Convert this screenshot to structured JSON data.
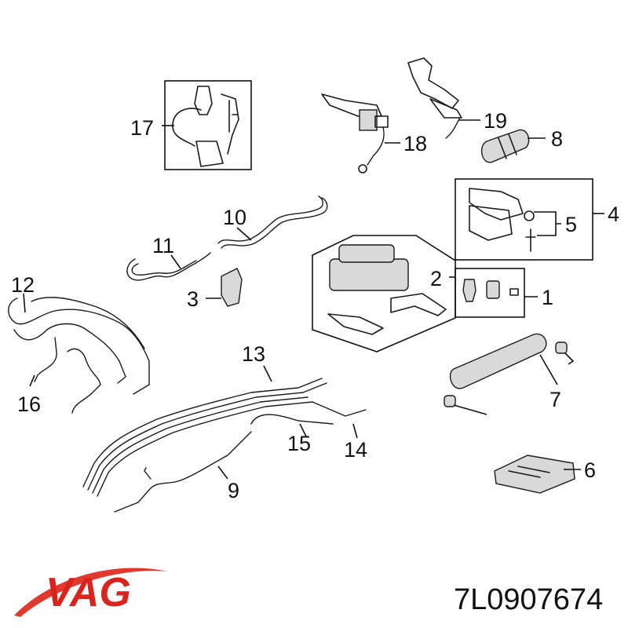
{
  "callouts": {
    "c1": "1",
    "c2": "2",
    "c3": "3",
    "c4": "4",
    "c5": "5",
    "c6": "6",
    "c7": "7",
    "c8": "8",
    "c9": "9",
    "c10": "10",
    "c11": "11",
    "c12": "12",
    "c13": "13",
    "c14": "14",
    "c15": "15",
    "c16": "16",
    "c17": "17",
    "c18": "18",
    "c19": "19"
  },
  "brand": {
    "logo_text": "VAG",
    "color": "#d9231d",
    "swoosh_color": "#e03a2e"
  },
  "part_number": "7L0907674"
}
